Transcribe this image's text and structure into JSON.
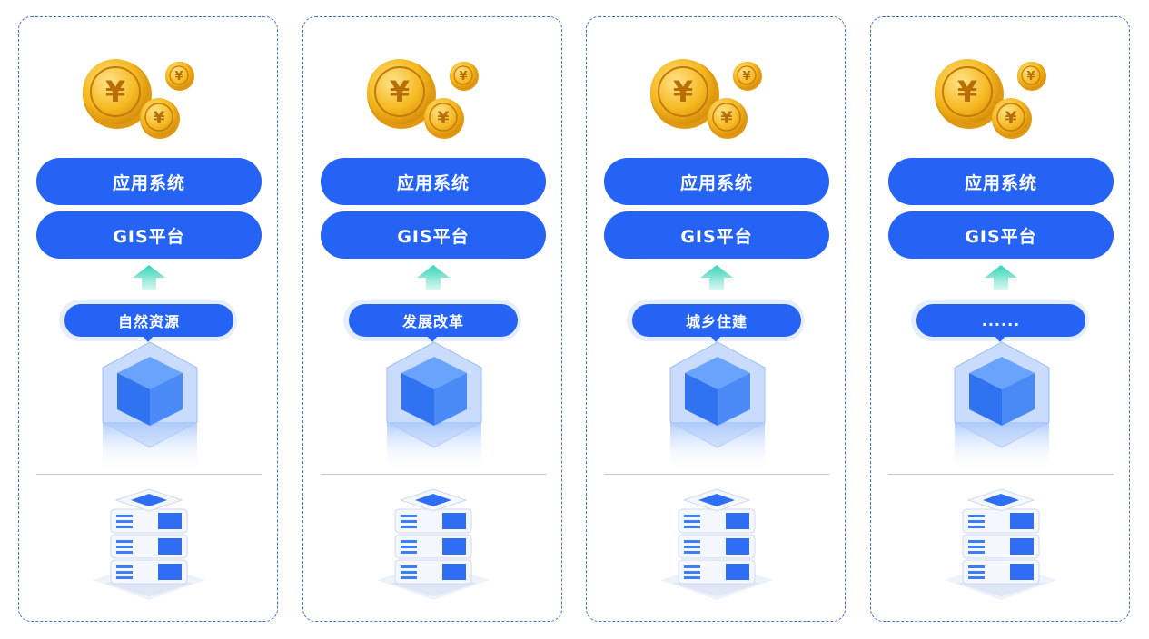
{
  "columns": [
    {
      "app_label": "应用系统",
      "gis_label": "GIS平台",
      "domain_label": "自然资源"
    },
    {
      "app_label": "应用系统",
      "gis_label": "GIS平台",
      "domain_label": "发展改革"
    },
    {
      "app_label": "应用系统",
      "gis_label": "GIS平台",
      "domain_label": "城乡住建"
    },
    {
      "app_label": "应用系统",
      "gis_label": "GIS平台",
      "domain_label": "......"
    }
  ],
  "colors": {
    "accent": "#2563f5",
    "border": "#3a6ff0",
    "arrow": "#3dd6b8",
    "coin": "#f2b51c"
  },
  "icons": {
    "top": "yuan-coins-icon",
    "arrow": "up-arrow-icon",
    "cube": "data-cube-icon",
    "bottom": "server-stack-icon"
  }
}
